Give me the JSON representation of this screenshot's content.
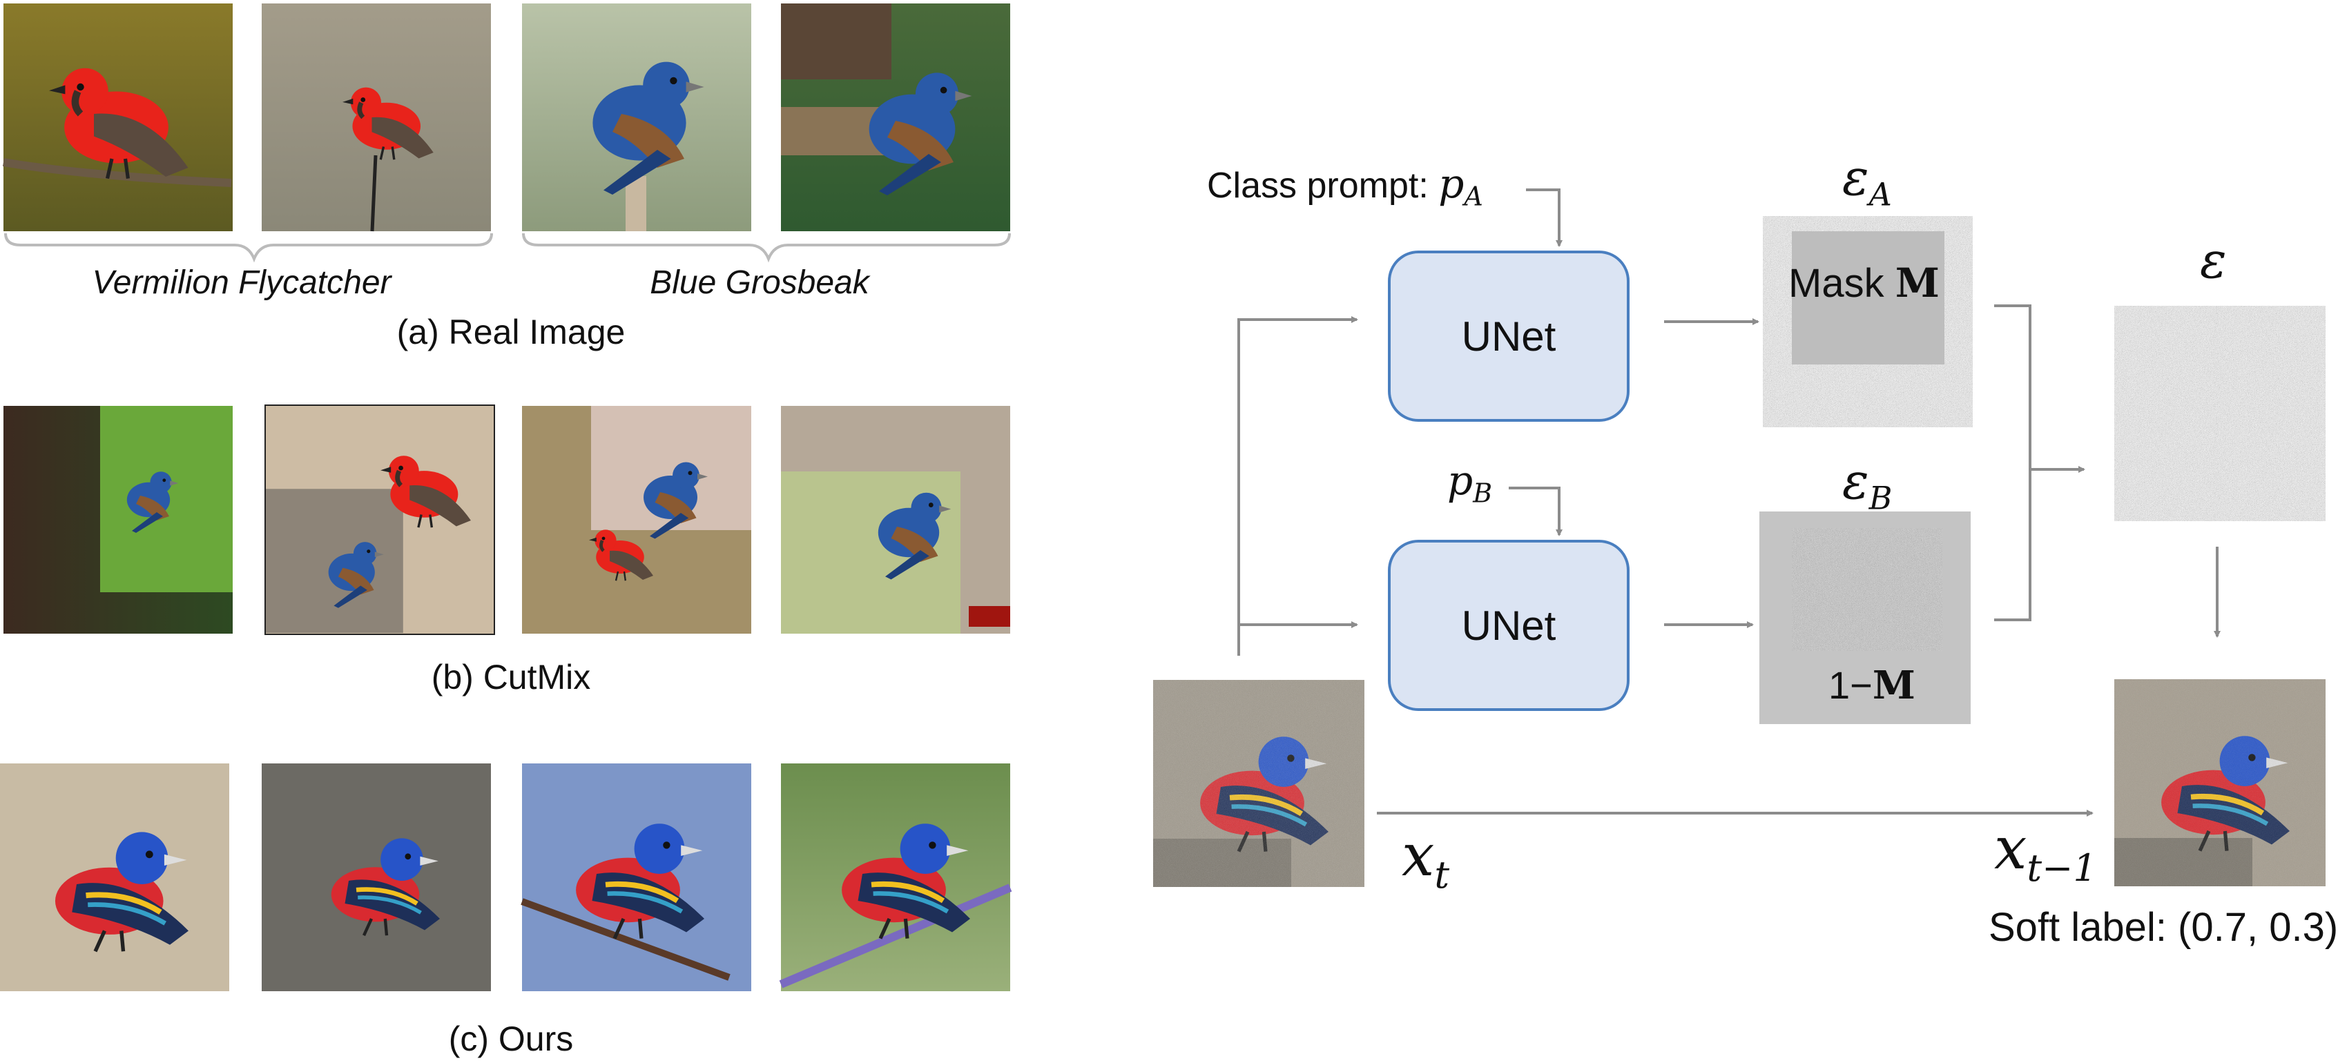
{
  "left_panel": {
    "real": {
      "class_a": "Vermilion Flycatcher",
      "class_b": "Blue Grosbeak",
      "caption": "(a) Real Image"
    },
    "cutmix": {
      "caption": "(b) CutMix"
    },
    "ours": {
      "caption": "(c) Ours"
    }
  },
  "diagram": {
    "class_prompt_label": "Class prompt: ",
    "prompt_a": "p",
    "prompt_a_sub": "A",
    "prompt_b": "p",
    "prompt_b_sub": "B",
    "unet_top": "UNet",
    "unet_bottom": "UNet",
    "eps_a": "ε",
    "eps_a_sub": "A",
    "eps_b": "ε",
    "eps_b_sub": "B",
    "eps": "ε",
    "mask_label": "Mask ",
    "mask_symbol": "M",
    "inv_mask_label": "1−",
    "inv_mask_symbol": "M",
    "x_t": "x",
    "x_t_sub": "t",
    "x_t1": "x",
    "x_t1_sub": "t−1",
    "soft_label": "Soft label: (0.7, 0.3)"
  },
  "colors": {
    "unet_fill": "#dbe4f3",
    "unet_border": "#4a7fc0",
    "arrow": "#8c8c8c",
    "vermilion": "#e8231b",
    "grosbeak": "#2a5aa8"
  }
}
